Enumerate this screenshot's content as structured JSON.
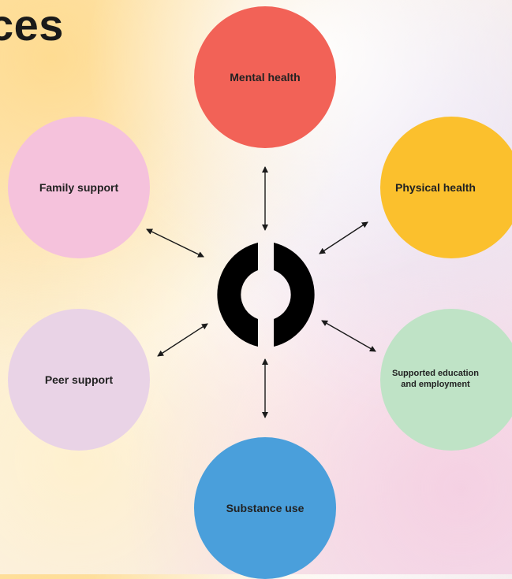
{
  "title": "ces",
  "nodes": {
    "mental_health": "Mental health",
    "physical_health": "Physical health",
    "family_support": "Family support",
    "peer_support": "Peer support",
    "supported_employment": "Supported education and employment",
    "substance_use": "Substance use"
  },
  "colors": {
    "mental_health": "#f26257",
    "physical_health": "#fbc02d",
    "family_support": "#f5c2dc",
    "peer_support": "#e9d3e6",
    "supported_employment": "#bfe3c6",
    "substance_use": "#4a9fdb",
    "center_logo": "#000000"
  },
  "center_logo": "black-circle-logo-icon"
}
